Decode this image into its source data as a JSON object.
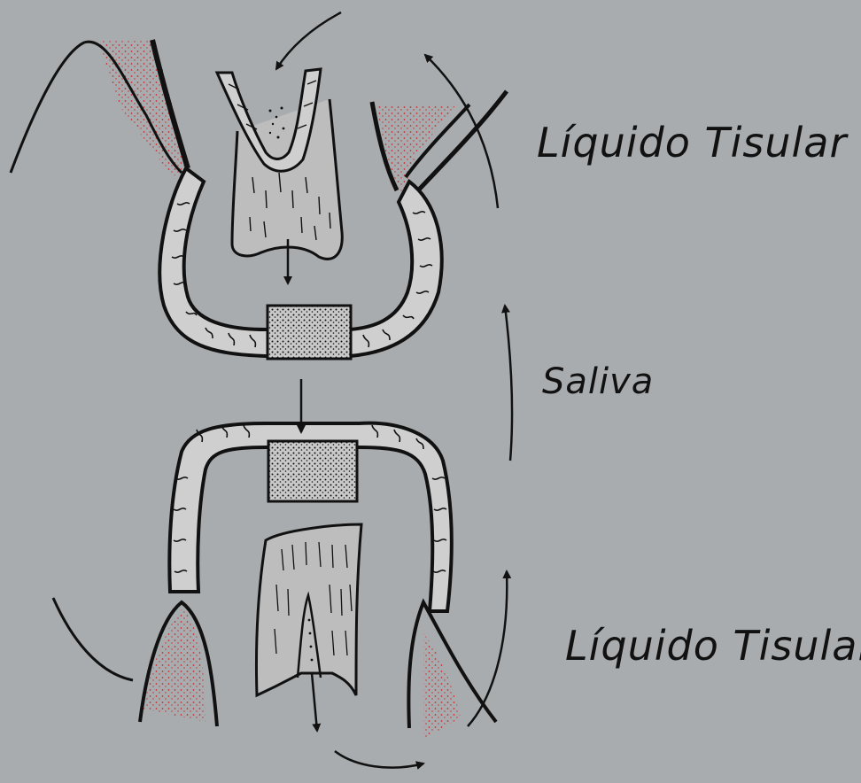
{
  "labels": {
    "top": "Líquido Tisular",
    "middle": "Saliva",
    "bottom": "Líquido Tisular"
  },
  "colors": {
    "background": "#a9acae",
    "ink": "#111111",
    "stipple": "#cc2a2a"
  }
}
